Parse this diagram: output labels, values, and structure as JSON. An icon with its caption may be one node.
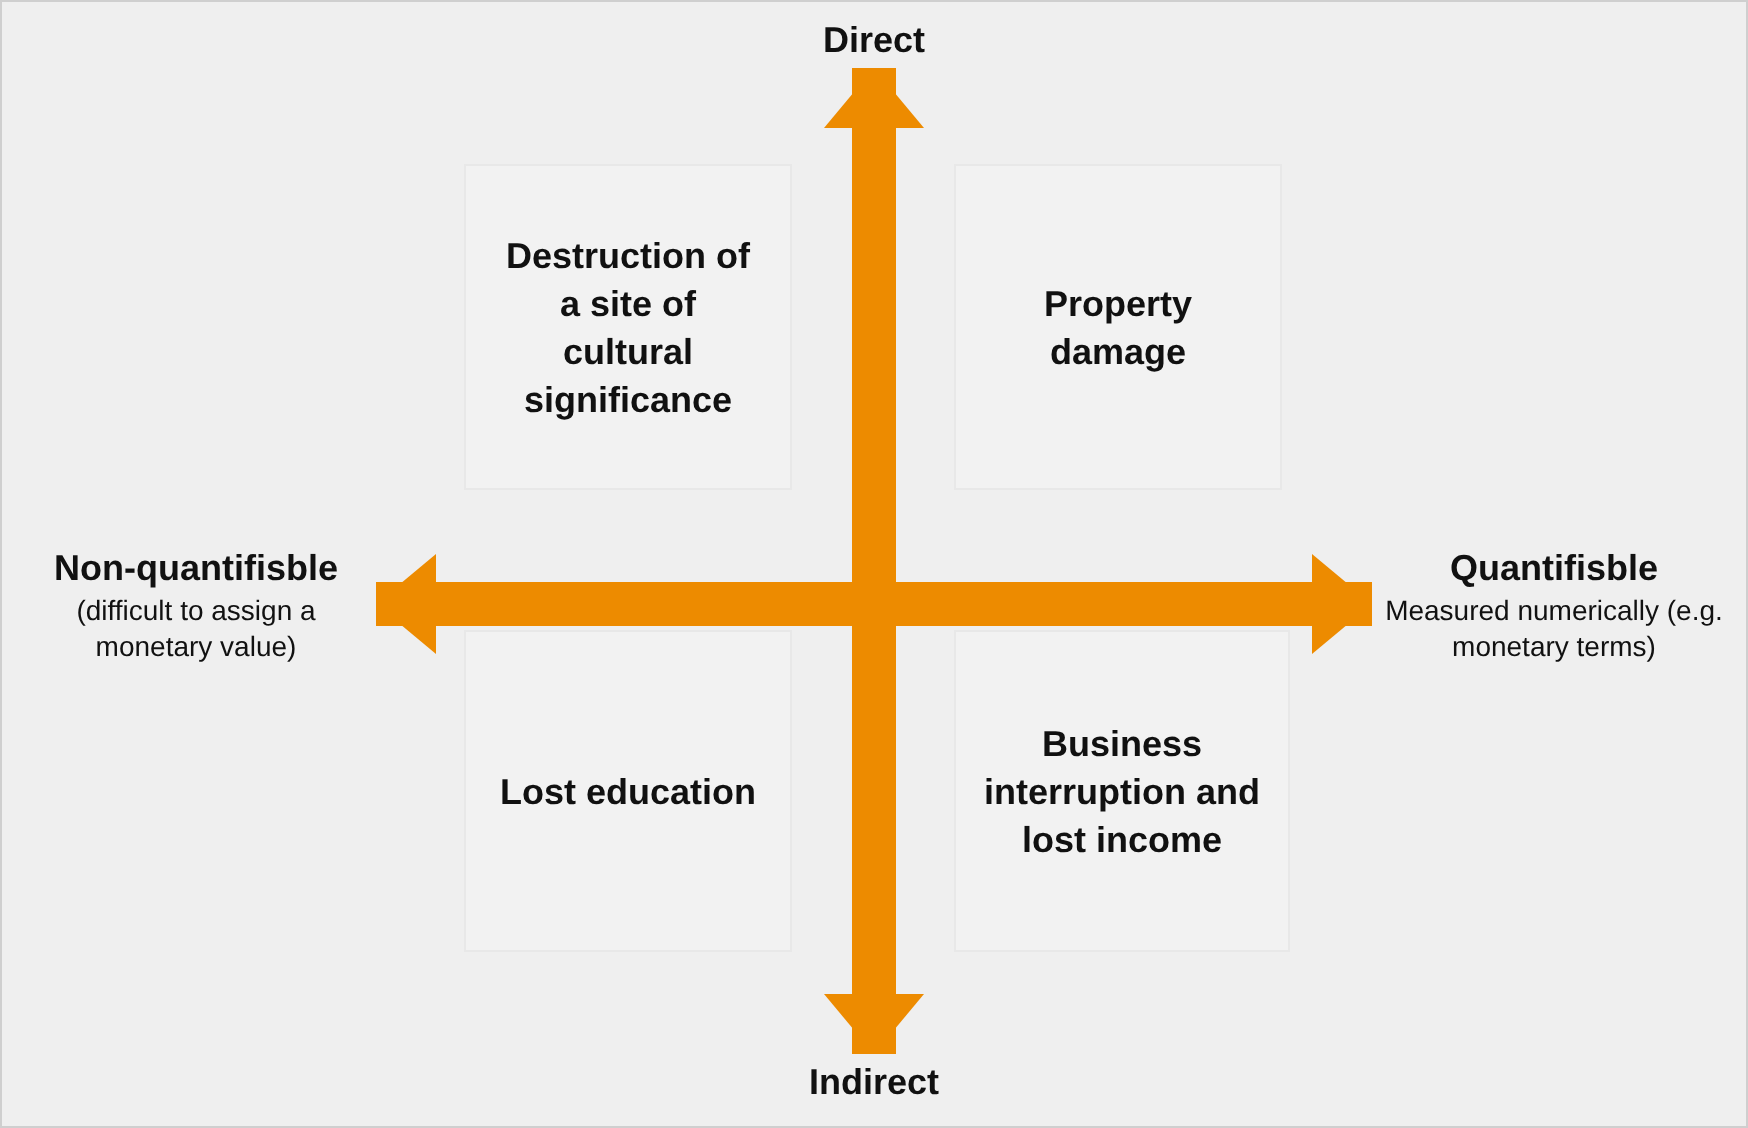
{
  "diagram": {
    "nodes": [
      {
        "text": [
          "Direct"
        ]
      },
      {
        "text": [
          "Indirect"
        ]
      },
      {
        "text": [
          "Non-quantifisble",
          "(difficult to assign a monetary value)"
        ]
      },
      {
        "text": [
          "Quantifisble",
          "Measured numerically (e.g. monetary terms)"
        ]
      },
      {
        "text": [
          "Destruction of a site of cultural significance"
        ]
      },
      {
        "text": [
          "Property damage"
        ]
      },
      {
        "text": [
          "Lost education"
        ]
      },
      {
        "text": [
          "Business interruption and lost income"
        ]
      }
    ],
    "edges": [
      {
        "from": 0,
        "to": 1,
        "arrow": "both",
        "color": "#ed8b00"
      },
      {
        "from": 2,
        "to": 3,
        "arrow": "both",
        "color": "#ed8b00"
      }
    ]
  }
}
